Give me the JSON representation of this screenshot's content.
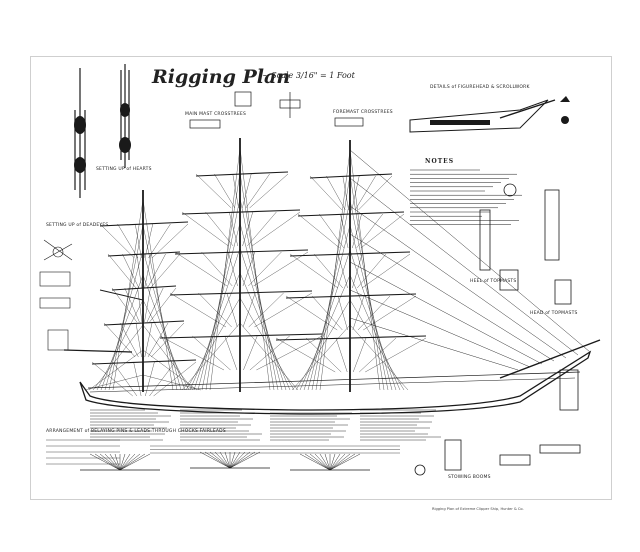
{
  "plan": {
    "title": "Rigging Plan",
    "scale": "~ Scale 3/16\" = 1 Foot",
    "caption": "Rigging Plan of Extreme Clipper Ship, Hunter & Co."
  },
  "labels": {
    "setting_up_hearts": "SETTING UP of HEARTS",
    "setting_up_deadeyes": "SETTING UP of DEADEYES",
    "main_mast_crosstrees": "MAIN MAST CROSSTREES",
    "foremast_crosstrees": "FOREMAST CROSSTREES",
    "figurehead": "DETAILS of FIGUREHEAD & SCROLLWORK",
    "notes": "NOTES",
    "heel_topmasts": "HEEL of TOPMASTS",
    "head_topmasts": "HEAD of TOPMASTS",
    "arrangement": "ARRANGEMENT of BELAYING PINS & LEADS THROUGH CHOCKS FAIRLEADS",
    "stowing_booms": "STOWING BOOMS"
  },
  "colors": {
    "ink": "#1a1a1a",
    "paper": "#ffffff",
    "border": "#cfcfcf"
  }
}
